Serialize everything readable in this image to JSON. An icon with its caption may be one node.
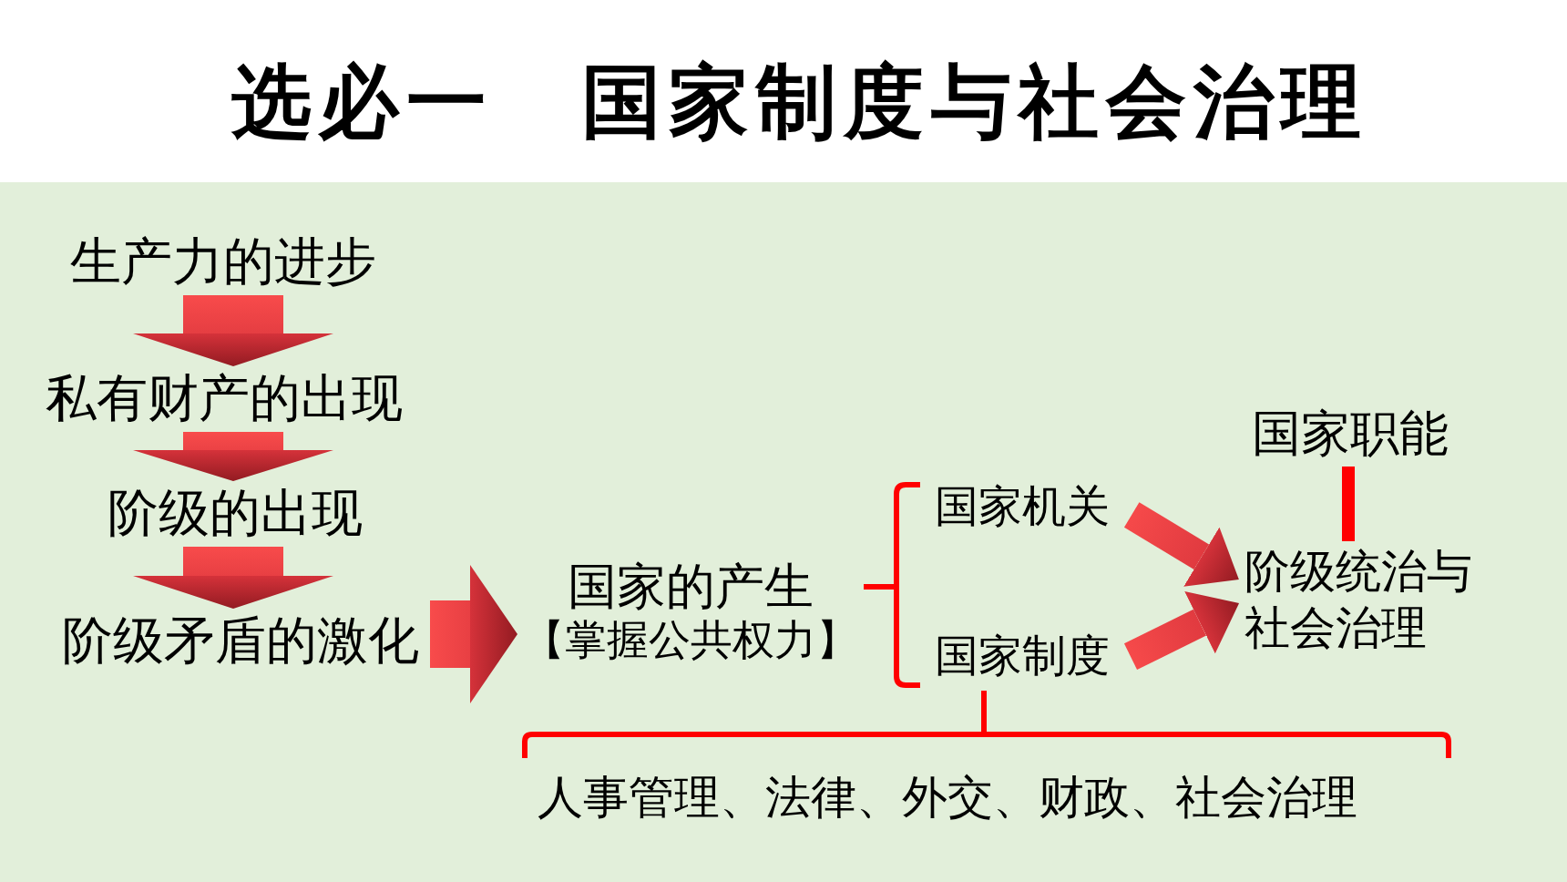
{
  "diagram": {
    "title": "选必一　国家制度与社会治理",
    "nodes": [
      {
        "text": [
          "生产力的进步"
        ]
      },
      {
        "text": [
          "私有财产的出现"
        ]
      },
      {
        "text": [
          "阶级的出现"
        ]
      },
      {
        "text": [
          "阶级矛盾的激化"
        ]
      },
      {
        "text": [
          "国家的产生",
          "【掌握公共权力】"
        ]
      },
      {
        "text": [
          "国家机关"
        ]
      },
      {
        "text": [
          "国家制度"
        ]
      },
      {
        "text": [
          "阶级统治与社会治理"
        ]
      },
      {
        "text": [
          "国家职能"
        ]
      },
      {
        "text": [
          "人事管理、法律、外交、财政、社会治理"
        ]
      }
    ],
    "edges": [
      {
        "from": 0,
        "to": 1,
        "arrow": "to",
        "style": "thick"
      },
      {
        "from": 1,
        "to": 2,
        "arrow": "to",
        "style": "thick"
      },
      {
        "from": 2,
        "to": 3,
        "arrow": "to",
        "style": "thick"
      },
      {
        "from": 3,
        "to": 4,
        "arrow": "to",
        "style": "thick"
      },
      {
        "from": 4,
        "to": 5,
        "arrow": "none",
        "color": "#ff0000"
      },
      {
        "from": 4,
        "to": 6,
        "arrow": "none",
        "color": "#ff0000"
      },
      {
        "from": 5,
        "to": 7,
        "arrow": "to",
        "style": "thick"
      },
      {
        "from": 6,
        "to": 7,
        "arrow": "to",
        "style": "thick"
      },
      {
        "from": 8,
        "to": 7,
        "arrow": "none",
        "style": "thick",
        "color": "#ff0000"
      },
      {
        "from": 6,
        "to": 9,
        "arrow": "none",
        "color": "#ff0000"
      }
    ]
  }
}
